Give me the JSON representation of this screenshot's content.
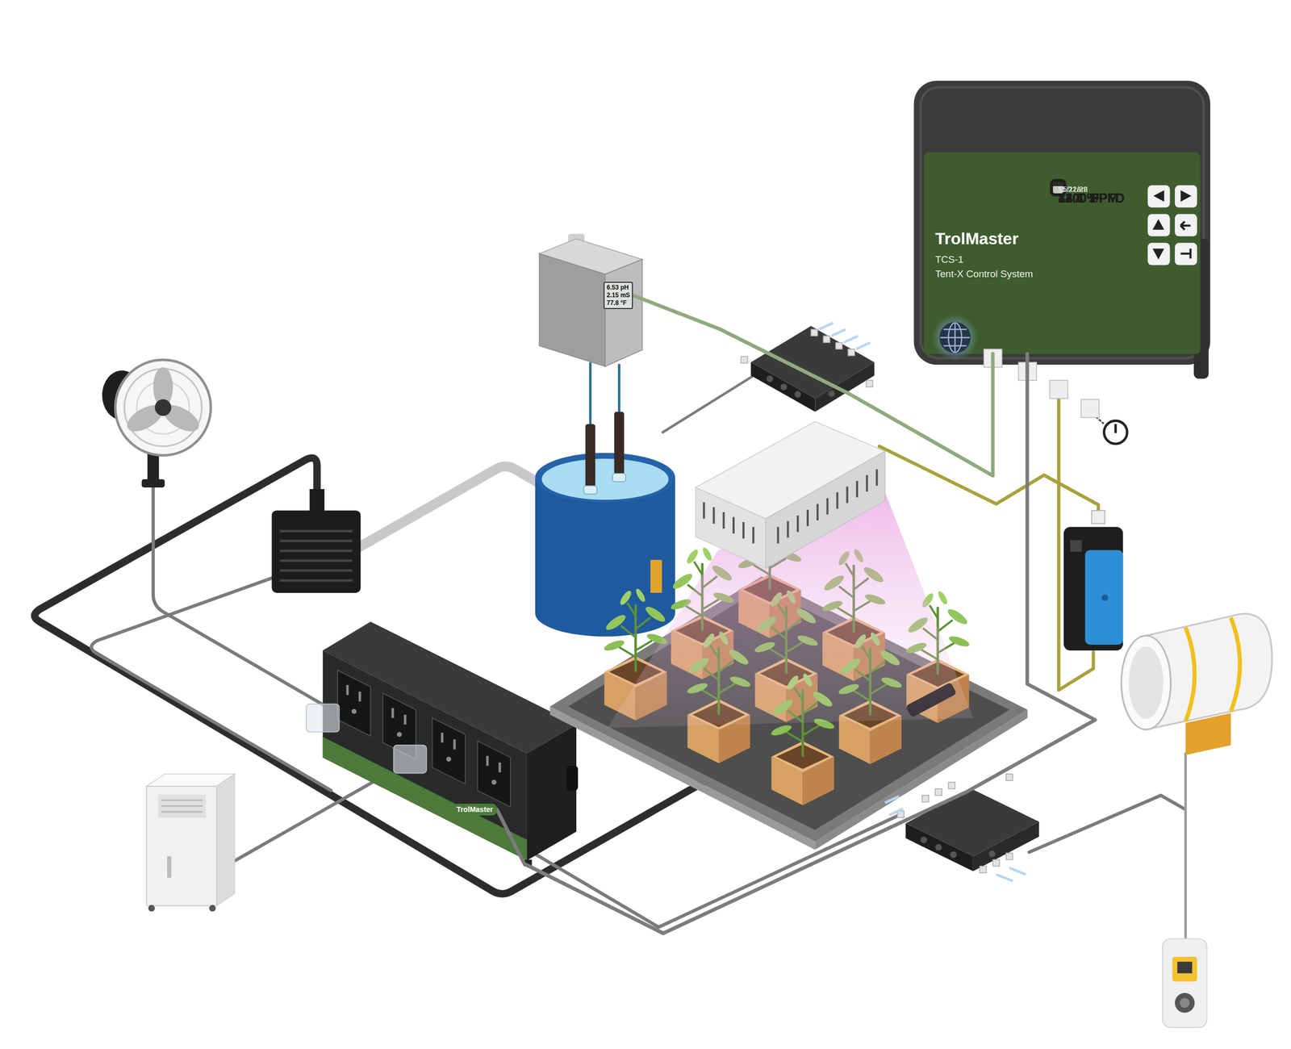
{
  "diagram": {
    "nodes": [
      {
        "text": [
          "TrolMaster",
          "TCS-1",
          "Tent-X Control System"
        ]
      },
      {
        "text": [
          "11:22am",
          "15/11/22",
          "83.4 °F",
          "74.8 %",
          "1200 PPM",
          "1400 PPFD"
        ],
        "in": 0
      },
      {
        "text": [
          "6.53 pH",
          "2.15 mS",
          "77.8 °F"
        ]
      },
      {
        "text": [
          "TrolMaster"
        ]
      }
    ],
    "edges": [
      {
        "from": 0,
        "to": 2,
        "arrow": "none"
      },
      {
        "from": 0,
        "to": 3,
        "arrow": "none"
      }
    ]
  }
}
